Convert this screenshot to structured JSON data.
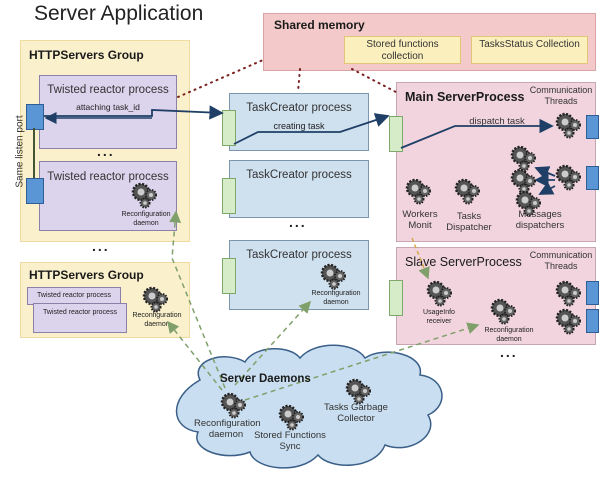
{
  "title": "Server Application",
  "shared_memory": {
    "label": "Shared memory",
    "collections": [
      "Stored functions collection",
      "TasksStatus Collection"
    ]
  },
  "http_group_1": {
    "label": "HTTPServers Group",
    "processes": [
      {
        "label": "Twisted reactor process",
        "annotation": "attaching task_id"
      },
      {
        "label": "Twisted reactor process",
        "daemon": "Reconfiguration daemon"
      }
    ],
    "ellipsis": "...",
    "side_label": "Same listen port"
  },
  "between_groups_ellipsis": "...",
  "http_group_2": {
    "label": "HTTPServers Group",
    "processes": [
      "Twisted reactor process",
      "Twisted reactor process"
    ],
    "daemon": "Reconfiguration daemon"
  },
  "task_creators": {
    "processes": [
      {
        "label": "TaskCreator process",
        "annotation": "creating task"
      },
      {
        "label": "TaskCreator process"
      },
      {
        "label": "TaskCreator process",
        "daemon": "Reconfiguration daemon"
      }
    ],
    "ellipsis": "..."
  },
  "main_server": {
    "label": "Main ServerProcess",
    "threads_label": "Communication Threads",
    "annotation": "dispatch task",
    "components": [
      "Workers Monit",
      "Tasks Dispatcher",
      "Messages dispatchers"
    ]
  },
  "slave_server": {
    "label": "Slave ServerProcess",
    "threads_label": "Communication Threads",
    "components": [
      "UsageInfo receiver",
      "Reconfiguration daemon"
    ],
    "ellipsis": "..."
  },
  "server_daemons": {
    "label": "Server Daemons",
    "components": [
      "Reconfiguration daemon",
      "Stored Functions Sync",
      "Tasks Garbage Collector"
    ]
  },
  "colors": {
    "group_bg": "#fbf0cc",
    "process_bg": "#dcd3ec",
    "taskcreator_bg": "#cfe0ef",
    "server_bg": "#f1d4de",
    "shared_bg": "#f3c9c9",
    "port_blue": "#5a96d6",
    "port_green": "#d6ebc7",
    "arrow_blue": "#1f3f66",
    "dashed_green": "#7fa06a",
    "cloud_bg": "#c9def0"
  }
}
